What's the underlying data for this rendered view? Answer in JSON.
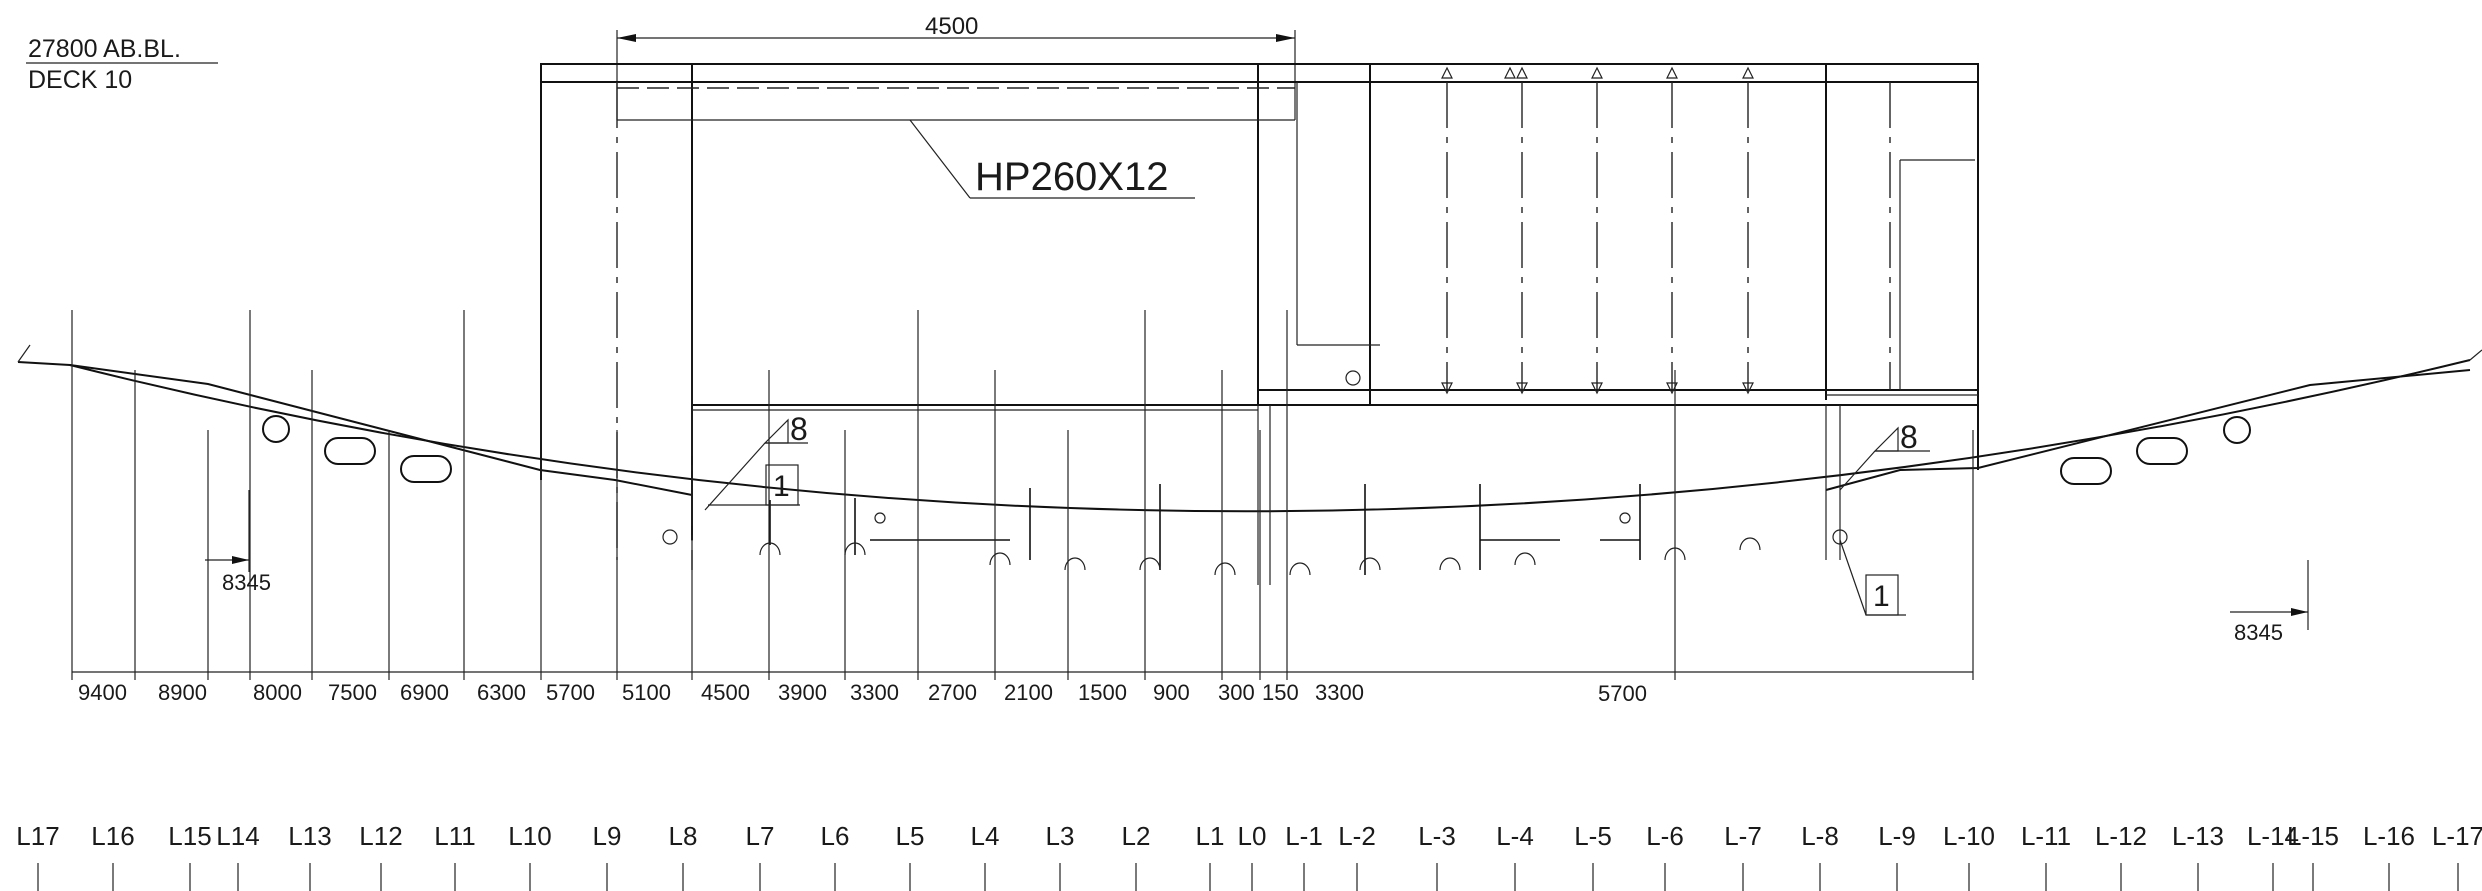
{
  "header": {
    "line1": "27800 AB.BL.",
    "line2": "DECK 10"
  },
  "top_dimension": "4500",
  "profile_callout": "HP260X12",
  "symbols": {
    "weld_left": "8",
    "weld_right": "8",
    "detail_left": "1",
    "detail_right": "1"
  },
  "side_dims": {
    "left": "8345",
    "right": "8345"
  },
  "bottom_dims": [
    "9400",
    "8900",
    "8000",
    "7500",
    "6900",
    "6300",
    "5700",
    "5100",
    "4500",
    "3900",
    "3300",
    "2700",
    "2100",
    "1500",
    "900",
    "300",
    "150",
    "3300",
    "5700"
  ],
  "frame_labels": [
    "L17",
    "L16",
    "L15",
    "L14",
    "L13",
    "L12",
    "L11",
    "L10",
    "L9",
    "L8",
    "L7",
    "L6",
    "L5",
    "L4",
    "L3",
    "L2",
    "L1",
    "L0",
    "L-1",
    "L-2",
    "L-3",
    "L-4",
    "L-5",
    "L-6",
    "L-7",
    "L-8",
    "L-9",
    "L-10",
    "L-11",
    "L-12",
    "L-13",
    "L-14",
    "L-15",
    "L-16",
    "L-17"
  ]
}
